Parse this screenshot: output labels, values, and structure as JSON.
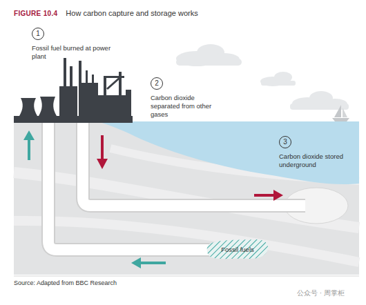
{
  "diagram": {
    "title": "How carbon capture and storage works",
    "caption": "Source: Adapted from BBC Research",
    "nodes": [
      {
        "text": [
          "1",
          "Fossil fuel burned at power plant"
        ]
      },
      {
        "text": [
          "2",
          "Carbon dioxide separated from other gases"
        ]
      },
      {
        "text": [
          "3",
          "Carbon dioxide stored underground"
        ]
      },
      {
        "text": [
          "Fossil fuels"
        ]
      }
    ],
    "labels": [
      "FIGURE 10.4",
      "公众号 · 周掌柜"
    ]
  }
}
